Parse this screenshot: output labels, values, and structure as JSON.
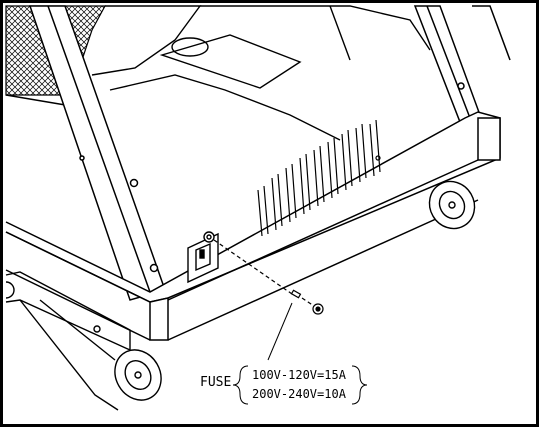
{
  "diagram": {
    "label_prefix": "FUSE",
    "ratings": [
      "100V-120V=15A",
      "200V-240V=10A"
    ]
  }
}
